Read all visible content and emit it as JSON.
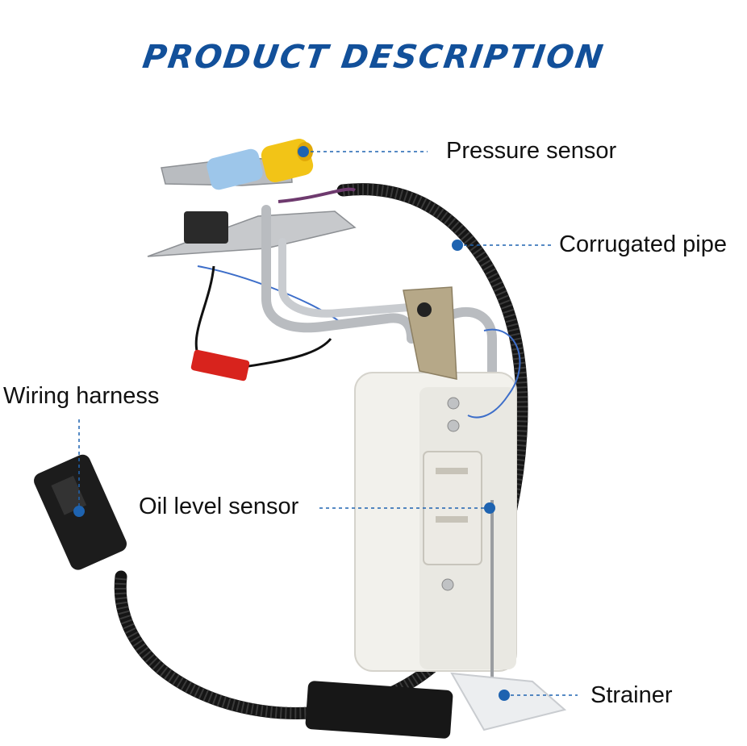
{
  "title": "PRODUCT DESCRIPTION",
  "colors": {
    "title": "#12509a",
    "callout_dot": "#1e63b0",
    "callout_line": "#1e63b0",
    "hose": "#151515",
    "pump_body": "#f2f1ec",
    "metal": "#b9bcc0",
    "yellow_cap": "#f2c417",
    "blue_cap": "#9dc6ea",
    "red_wire": "#d8231d"
  },
  "callouts": {
    "pressure_sensor": "Pressure sensor",
    "corrugated_pipe": "Corrugated pipe",
    "wiring_harness": "Wiring harness",
    "oil_level_sensor": "Oil level sensor",
    "strainer": "Strainer"
  }
}
